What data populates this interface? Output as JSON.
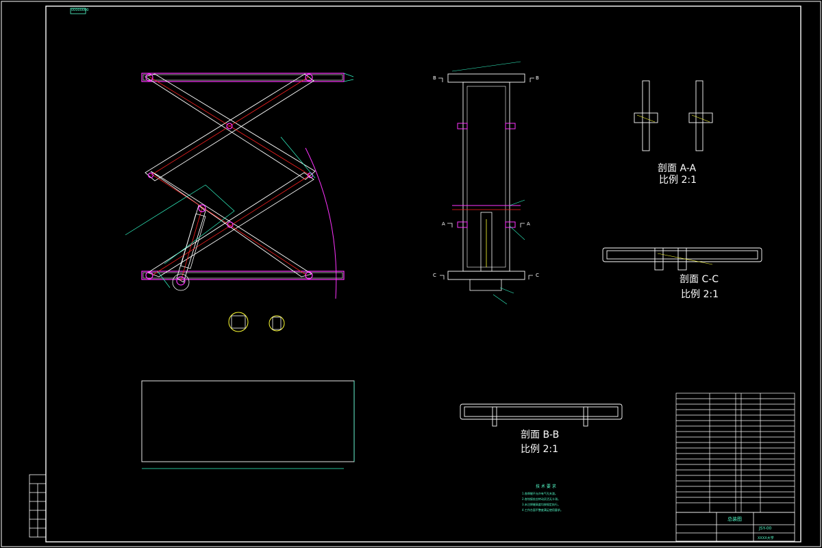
{
  "sheet": {
    "corner_tag": "00000000",
    "tech_title": "技 术 要 求",
    "tech_items": [
      "1.各焊缝不允许有气孔夹渣。",
      "2.各铰接处应转动灵活无卡滞。",
      "3.未注焊缝高度均按规定执行。",
      "4.工作台面平整度满足使用要求。"
    ]
  },
  "sections": {
    "aa": {
      "title": "剖面 A-A",
      "scale": "比例 2:1"
    },
    "bb": {
      "title": "剖面 B-B",
      "scale": "比例 2:1"
    },
    "cc": {
      "title": "剖面 C-C",
      "scale": "比例 2:1"
    }
  },
  "markers": {
    "a": "A",
    "b": "B",
    "c": "C"
  },
  "title_block": {
    "drawing_name": "总装图",
    "drawing_no": "JSY-00",
    "company": "XXXX大学"
  },
  "colors": {
    "sheet_border": "#ffffff",
    "outline": "#ffffff",
    "member": "#ff33ff",
    "centerline": "#ff2020",
    "dimension": "#33ffcc",
    "accent": "#ffff33"
  }
}
